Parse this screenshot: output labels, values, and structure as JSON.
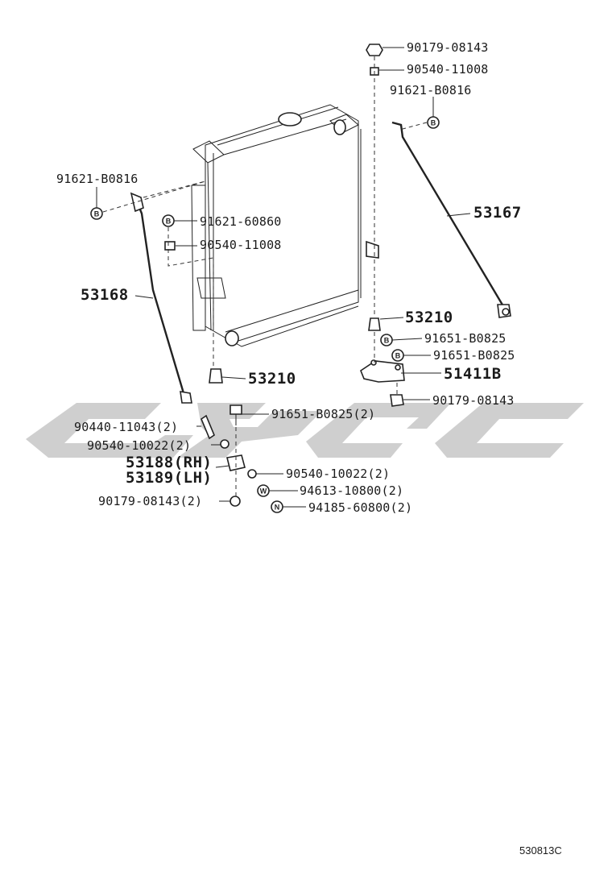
{
  "labels": [
    {
      "id": "p1",
      "text": "90179-08143"
    },
    {
      "id": "p2",
      "text": "90540-11008"
    },
    {
      "id": "p3",
      "text": "91621-B0816"
    },
    {
      "id": "p4",
      "text": "91621-B0816"
    },
    {
      "id": "p5",
      "text": "53167"
    },
    {
      "id": "p6",
      "text": "91621-60860"
    },
    {
      "id": "p7",
      "text": "90540-11008"
    },
    {
      "id": "p8",
      "text": "53168"
    },
    {
      "id": "p9",
      "text": "53210"
    },
    {
      "id": "p10",
      "text": "91651-B0825"
    },
    {
      "id": "p11",
      "text": "91651-B0825"
    },
    {
      "id": "p12",
      "text": "51411B"
    },
    {
      "id": "p13",
      "text": "53210"
    },
    {
      "id": "p14",
      "text": "90179-08143"
    },
    {
      "id": "p15",
      "text": "91651-B0825(2)"
    },
    {
      "id": "p16",
      "text": "90440-11043(2)"
    },
    {
      "id": "p17",
      "text": "90540-10022(2)"
    },
    {
      "id": "p18",
      "text": "53188(RH)"
    },
    {
      "id": "p19",
      "text": "53189(LH)"
    },
    {
      "id": "p20",
      "text": "90540-10022(2)"
    },
    {
      "id": "p21",
      "text": "94613-10800(2)"
    },
    {
      "id": "p22",
      "text": "90179-08143(2)"
    },
    {
      "id": "p23",
      "text": "94185-60800(2)"
    }
  ],
  "markers": {
    "bolt": "B",
    "washer": "W",
    "nut": "N"
  },
  "diagram_code": "530813C",
  "watermark": {
    "color": "#c7c7c7"
  }
}
